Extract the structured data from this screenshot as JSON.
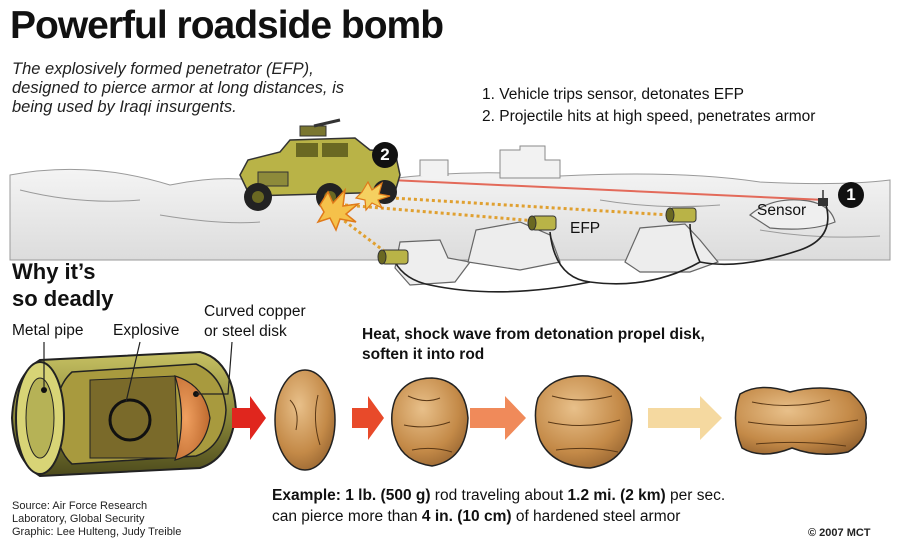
{
  "header": {
    "title": "Powerful roadside bomb",
    "subtitle": "The explosively formed penetrator (EFP), designed to pierce armor at long distances, is being used by Iraqi insurgents."
  },
  "steps": [
    {
      "text": "1. Vehicle trips sensor, detonates EFP"
    },
    {
      "text": "2. Projectile hits at high speed, penetrates armor"
    }
  ],
  "scene": {
    "badge_1": "1",
    "badge_2": "2",
    "sensor_label": "Sensor",
    "efp_label": "EFP"
  },
  "why": {
    "line1": "Why it’s",
    "line2": "so deadly"
  },
  "labels": {
    "metal_pipe": "Metal pipe",
    "explosive": "Explosive",
    "disk_line1": "Curved copper",
    "disk_line2": "or steel disk"
  },
  "heat_caption": {
    "line1": "Heat, shock wave from detonation propel disk,",
    "line2": "soften it into rod"
  },
  "example": {
    "p1": "Example: 1 lb. (500 g)",
    "p2": " rod traveling about ",
    "p3": "1.2 mi. (2 km)",
    "p4": " per sec.",
    "p5": "can pierce more than ",
    "p6": "4 in. (10 cm)",
    "p7": " of hardened steel armor"
  },
  "source": {
    "line1": "Source: Air Force Research",
    "line2": "Laboratory, Global Security",
    "line3": "Graphic: Lee Hulteng, Judy Treible"
  },
  "copyright": "© 2007 MCT",
  "colors": {
    "arrow_1": "#e0261e",
    "arrow_2": "#e84a2a",
    "arrow_3": "#f08a5a",
    "arrow_4": "#f5d9a0",
    "copper": "#c8792f",
    "rod": "#c9955a",
    "vehicle": "#b9b347"
  }
}
